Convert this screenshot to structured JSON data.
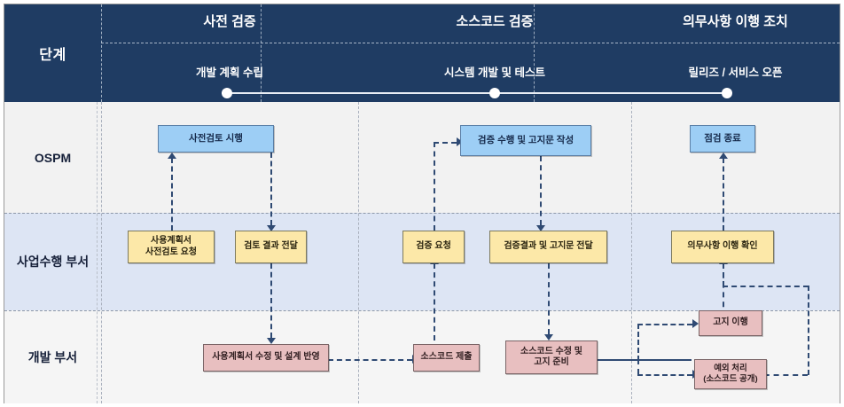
{
  "header": {
    "stage_label": "단계",
    "phases": [
      {
        "title": "사전 검증",
        "sub": "개발 계획 수립"
      },
      {
        "title": "소스코드 검증",
        "sub": "시스템 개발 및 테스트"
      },
      {
        "title": "의무사항 이행 조치",
        "sub": "릴리즈 / 서비스 오픈"
      }
    ]
  },
  "lanes": [
    {
      "label": "OSPM"
    },
    {
      "label": "사업수행 부서"
    },
    {
      "label": "개발 부서"
    }
  ],
  "nodes": {
    "ospm_1": "사전검토 시행",
    "ospm_2": "검증 수행 및 고지문 작성",
    "ospm_3": "점검 종료",
    "biz_1_line1": "사용계획서",
    "biz_1_line2": "사전검토 요청",
    "biz_2": "검토 결과 전달",
    "biz_3": "검증 요청",
    "biz_4": "검증결과 및 고지문 전달",
    "biz_5": "의무사항 이행 확인",
    "dev_1": "사용계획서 수정 및 설계 반영",
    "dev_2": "소스코드 제출",
    "dev_3_line1": "소스코드 수정 및",
    "dev_3_line2": "고지 준비",
    "dev_4": "고지 이행",
    "dev_5_line1": "예외 처리",
    "dev_5_line2": "(소스코드 공개)"
  },
  "colors": {
    "header_bg": "#1f3c63",
    "lane_a_bg": "#f2f2f2",
    "lane_b_bg": "#dde5f4",
    "lane_c_bg": "#f5f5f5",
    "node_blue": "#9dcef5",
    "node_yellow": "#fce8a8",
    "node_pink": "#e8bfc0",
    "connector": "#2f4a73"
  }
}
